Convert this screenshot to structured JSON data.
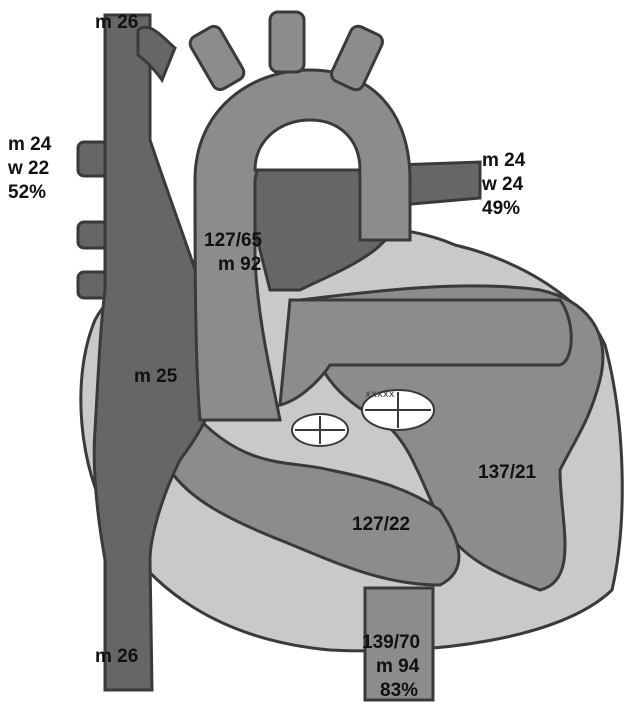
{
  "labels": {
    "svc_top": "m 26",
    "ivc_bottom": "m 26",
    "right_pv": {
      "line1": "m 24",
      "line2": "w 22",
      "line3": "52%"
    },
    "left_pv": {
      "line1": "m 24",
      "line2": "w 24",
      "line3": "49%"
    },
    "aorta": {
      "line1": "127/65",
      "line2": "m 92"
    },
    "right_atrium": "m 25",
    "left_ventricle": "137/21",
    "right_ventricle": "127/22",
    "descending": {
      "line1": "139/70",
      "line2": "m 94",
      "line3": "83%"
    }
  },
  "colors": {
    "background": "#ffffff",
    "light_fill": "#c9c9c9",
    "medium_fill": "#8c8c8c",
    "dark_fill": "#666666",
    "outline": "#3a3a3a"
  }
}
